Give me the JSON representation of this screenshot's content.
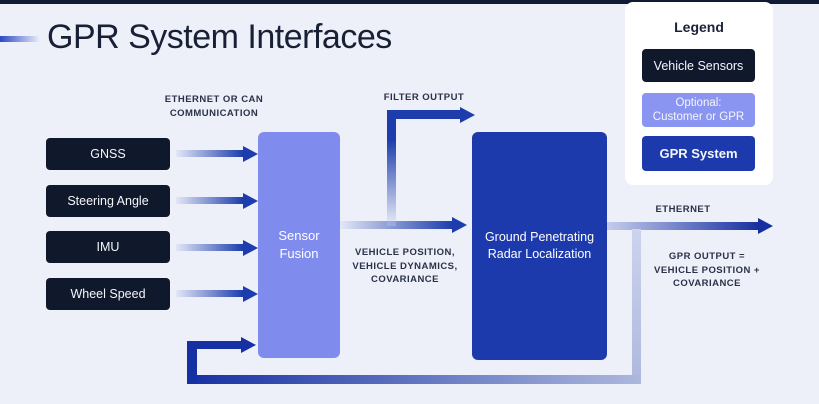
{
  "page": {
    "title": "GPR System Interfaces",
    "background_color": "#edeff9",
    "top_bar_color": "#101a33"
  },
  "legend": {
    "title": "Legend",
    "vehicle_sensors_label": "Vehicle Sensors",
    "optional_line1": "Optional:",
    "optional_line2": "Customer or GPR",
    "gpr_system_label": "GPR System",
    "colors": {
      "vehicle_sensors": "#10182b",
      "optional": "#8a95f1",
      "gpr_system": "#1c3aac"
    }
  },
  "sensors": [
    {
      "label": "GNSS"
    },
    {
      "label": "Steering Angle"
    },
    {
      "label": "IMU"
    },
    {
      "label": "Wheel Speed"
    }
  ],
  "nodes": {
    "sensor_fusion": {
      "line1": "Sensor",
      "line2": "Fusion",
      "color": "#7f8cee"
    },
    "gpr_localization": {
      "line1": "Ground Penetrating",
      "line2": "Radar Localization",
      "color": "#1c3aac"
    }
  },
  "annotations": {
    "ethernet_or_can": [
      "ETHERNET OR CAN",
      "COMMUNICATION"
    ],
    "filter_output": "FILTER OUTPUT",
    "vehicle_position": [
      "VEHICLE POSITION,",
      "VEHICLE DYNAMICS,",
      "COVARIANCE"
    ],
    "ethernet": "ETHERNET",
    "gpr_output": [
      "GPR OUTPUT =",
      "VEHICLE POSITION +",
      "COVARIANCE"
    ]
  },
  "arrow_colors": {
    "dark_blue": "#1d3dac",
    "feedback_dark": "#1530a2",
    "light_fade": "#c5cdec"
  }
}
